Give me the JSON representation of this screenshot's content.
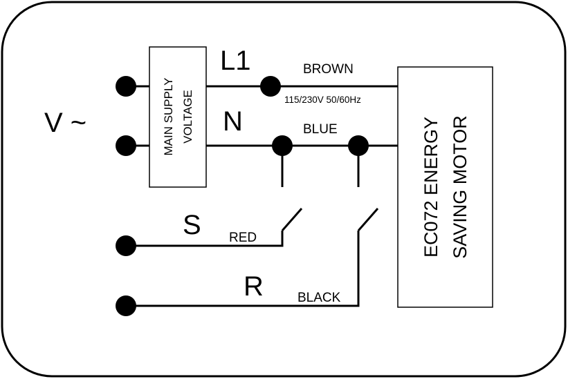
{
  "diagram": {
    "supply_label": "V ~",
    "supply_box": {
      "line1": "MAIN SUPPLY",
      "line2": "VOLTAGE"
    },
    "terminals": {
      "l1": "L1",
      "n": "N",
      "s": "S",
      "r": "R"
    },
    "wires": {
      "brown": "BROWN",
      "blue": "BLUE",
      "red": "RED",
      "black": "BLACK",
      "voltage_spec": "115/230V 50/60Hz"
    },
    "motor": {
      "line1": "EC072 ENERGY",
      "line2": "SAVING MOTOR"
    }
  }
}
